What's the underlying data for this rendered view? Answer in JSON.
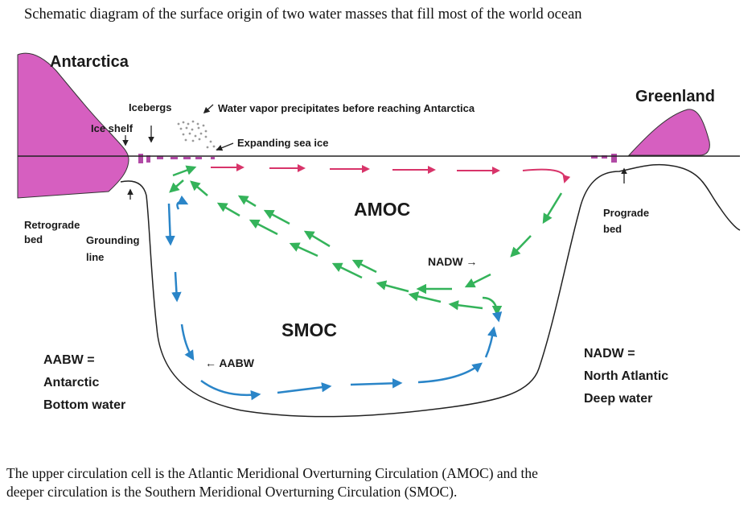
{
  "title": "Schematic diagram of the surface origin of two water masses that fill most of the world ocean",
  "labels": {
    "antarctica": "Antarctica",
    "greenland": "Greenland",
    "icebergs": "Icebergs",
    "water_vapor": "Water vapor precipitates before reaching Antarctica",
    "ice_shelf": "Ice shelf",
    "expanding_sea_ice": "Expanding sea ice",
    "amoc": "AMOC",
    "smoc": "SMOC",
    "nadw_arrow": "NADW →",
    "aabw_arrow": "← AABW",
    "retrograde_bed_line1": "Retrograde",
    "retrograde_bed_line2": "bed",
    "grounding_line_line1": "Grounding",
    "grounding_line_line2": "line",
    "prograde_bed_line1": "Prograde",
    "prograde_bed_line2": "bed",
    "aabw_def_line1": "AABW =",
    "aabw_def_line2": "Antarctic",
    "aabw_def_line3": "Bottom water",
    "nadw_def_line1": "NADW =",
    "nadw_def_line2": "North Atlantic",
    "nadw_def_line3": "Deep water"
  },
  "caption": {
    "line1": "The upper circulation cell is the Atlantic Meridional Overturning Circulation (AMOC) and the",
    "line2": "deeper circulation is the Southern Meridional Overturning Circulation (SMOC)."
  },
  "colors": {
    "ice": "#d65fc0",
    "amoc_surface": "#d8346a",
    "nadw": "#34b35a",
    "aabw": "#2a85c8",
    "outline": "#222222"
  }
}
